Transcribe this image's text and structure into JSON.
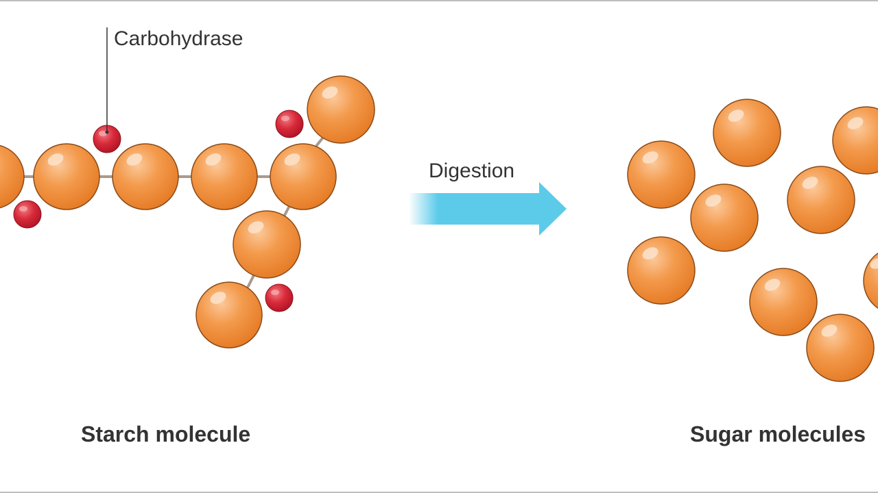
{
  "labels": {
    "enzyme": "Carbohydrase",
    "process": "Digestion",
    "left_caption": "Starch molecule",
    "right_caption": "Sugar molecules"
  },
  "colors": {
    "glucose": "#f0913f",
    "glucose_highlight": "#fbd2b0",
    "glucose_outline": "#8a4a18",
    "enzyme": "#d42b3a",
    "arrow": "#5ccbea",
    "bond": "#a89a8e",
    "text": "#333333"
  }
}
